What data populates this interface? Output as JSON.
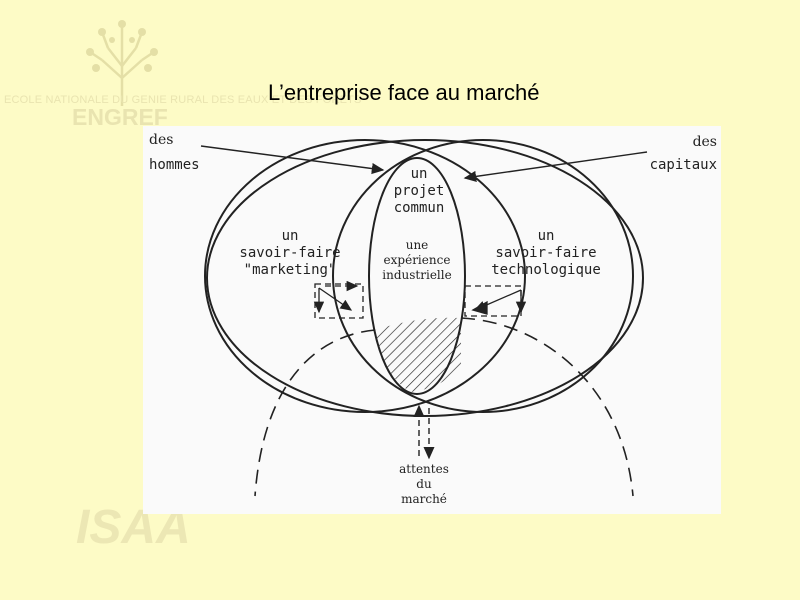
{
  "watermark": {
    "school_name": "ECOLE NATIONALE DU GENIE RURAL DES EAUX ET DES FORETS",
    "engref": "ENGREF",
    "isaa": "ISAA",
    "tree_icon": "tree-logo-icon"
  },
  "slide": {
    "title": "L’entreprise face au marché"
  },
  "diagram": {
    "labels": {
      "des_hommes": [
        "des",
        "hommes"
      ],
      "des_capitaux": [
        "des",
        "capitaux"
      ],
      "projet_commun": [
        "un",
        "projet",
        "commun"
      ],
      "savoir_marketing": [
        "un",
        "savoir-faire",
        "\"marketing\""
      ],
      "savoir_techno": [
        "un",
        "savoir-faire",
        "technologique"
      ],
      "experience": [
        "une",
        "expérience",
        "industrielle"
      ],
      "attentes": [
        "attentes",
        "du",
        "marché"
      ]
    }
  }
}
